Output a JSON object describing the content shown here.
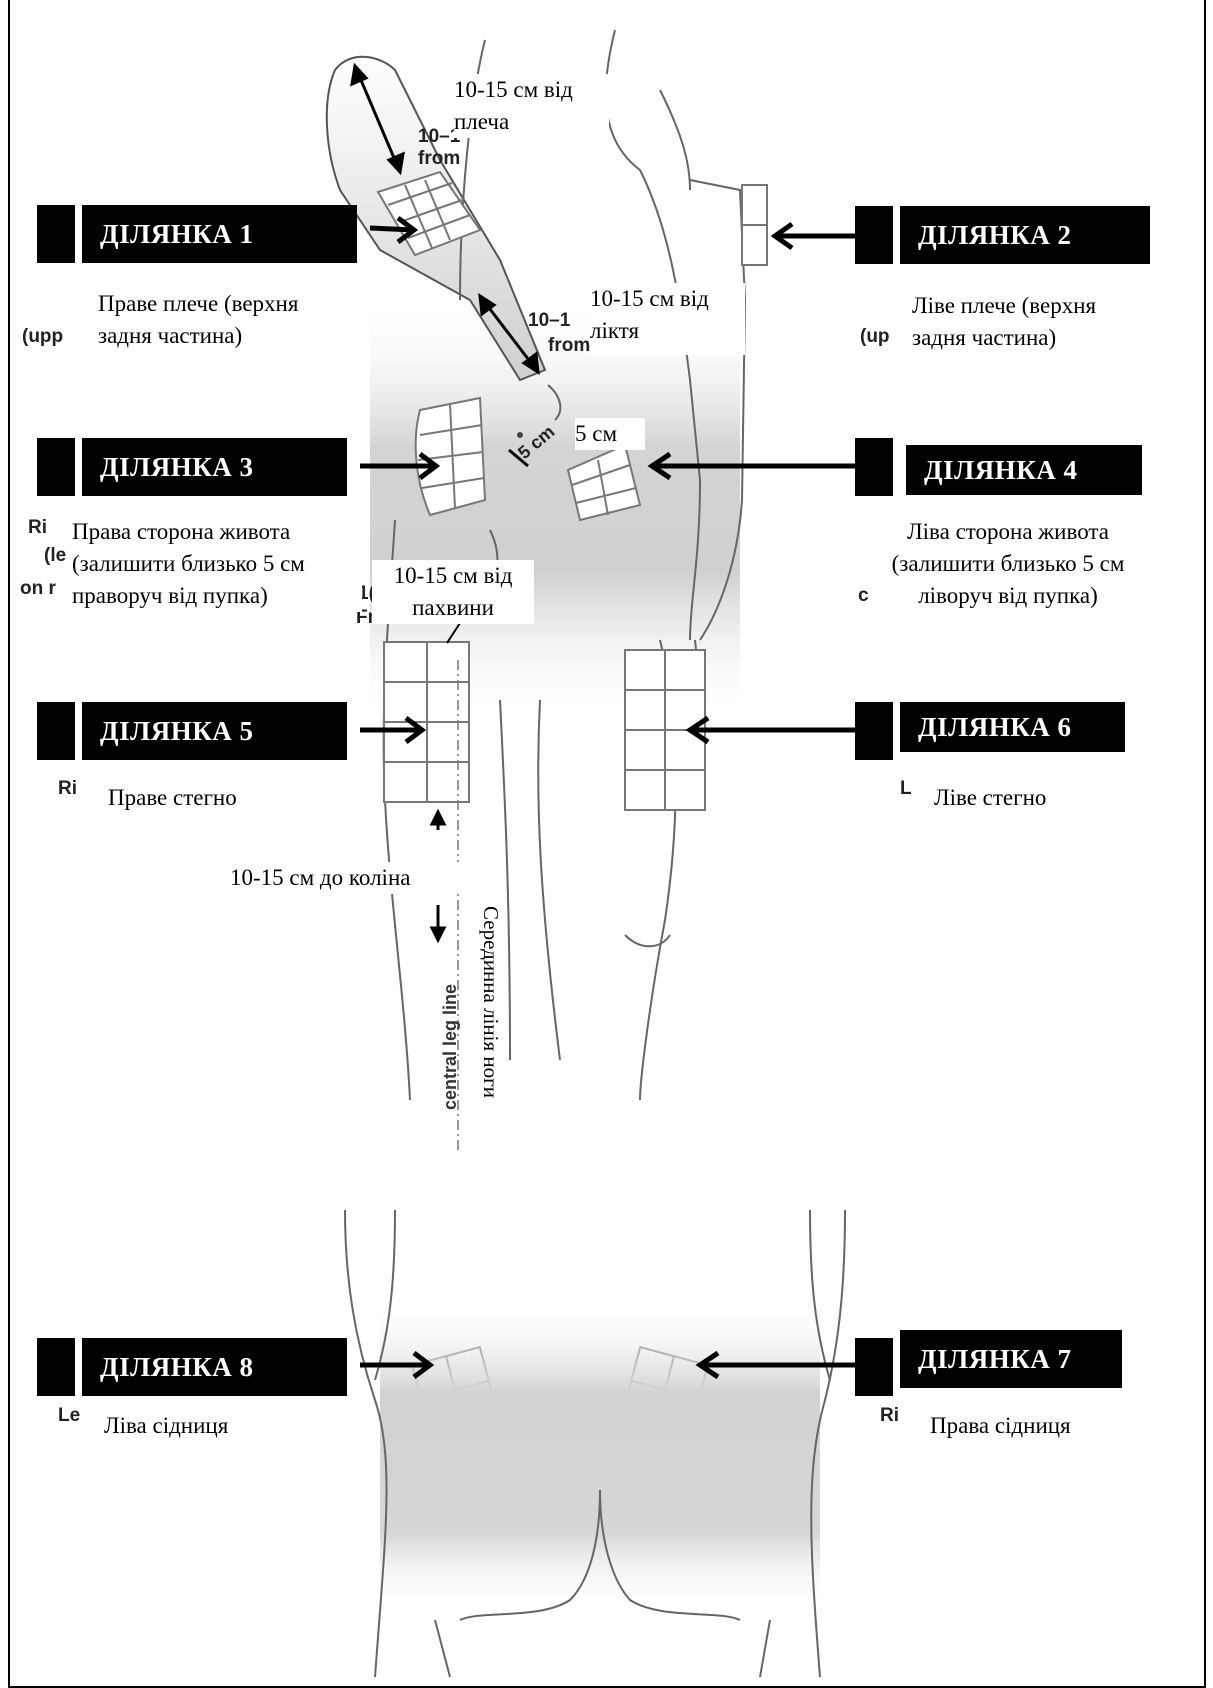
{
  "zones": [
    {
      "id": "zone1",
      "title": "ДІЛЯНКА 1",
      "label": "Праве плече (верхня задня частина)"
    },
    {
      "id": "zone2",
      "title": "ДІЛЯНКА 2",
      "label": "Ліве плече (верхня задня частина)"
    },
    {
      "id": "zone3",
      "title": "ДІЛЯНКА 3",
      "label": "Права сторона живота (залишити близько 5 см праворуч від пупка)"
    },
    {
      "id": "zone4",
      "title": "ДІЛЯНКА 4",
      "label": "Ліва сторона живота (залишити близько 5 см ліворуч від пупка)"
    },
    {
      "id": "zone5",
      "title": "ДІЛЯНКА 5",
      "label": "Праве стегно"
    },
    {
      "id": "zone6",
      "title": "ДІЛЯНКА 6",
      "label": "Ліве стегно"
    },
    {
      "id": "zone7",
      "title": "ДІЛЯНКА 7",
      "label": "Права сідниця"
    },
    {
      "id": "zone8",
      "title": "ДІЛЯНКА 8",
      "label": "Ліва сідниця"
    }
  ],
  "measurements": {
    "shoulder": "10-15 см від плеча",
    "elbow": "10-15 см від ліктя",
    "navel": "5 см",
    "groin": "10-15 см від пахвини",
    "knee": "10-15 см до коліна",
    "central_line": "Серединна лінія ноги"
  },
  "underlying_text": {
    "from_1": "10–1",
    "from_1b": "from",
    "from_2": "10–1",
    "from_2b": "from",
    "five_cm": "5 cm",
    "upp1": "(upp",
    "upp2": "(up",
    "ri1": "Ri",
    "le1": "(le",
    "on": "on r",
    "ri2": "Ri",
    "l1": "L",
    "le2": "Le",
    "ri3": "Ri",
    "c1": "c",
    "frag_10": "1(",
    "frag_fr": "Fr",
    "central_leg_line": "central leg line"
  }
}
